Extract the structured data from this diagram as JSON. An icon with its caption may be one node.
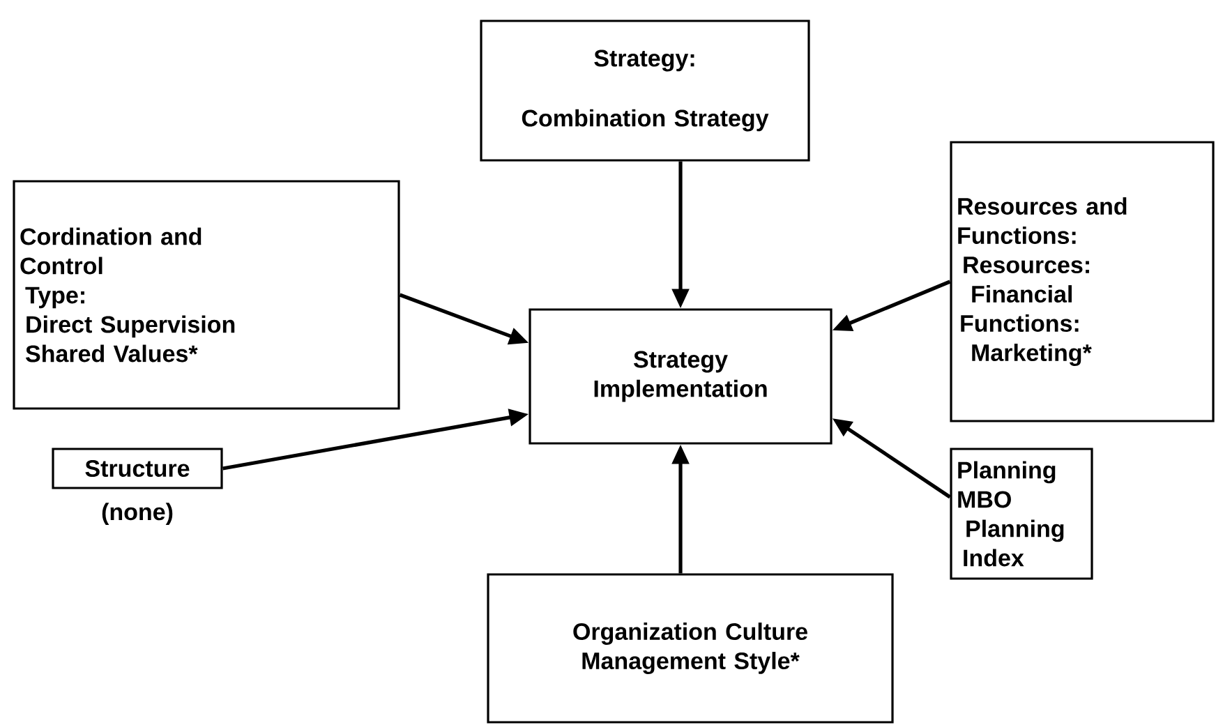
{
  "diagram": {
    "nodes": [
      {
        "text": [
          "Strategy:",
          "Combination Strategy"
        ]
      },
      {
        "text": [
          "Cordination and",
          "Control",
          "Type:",
          "Direct Supervision",
          "Shared Values*"
        ]
      },
      {
        "text": [
          "Resources and",
          "Functions:",
          "Resources:",
          "Financial",
          "Functions:",
          "Marketing*"
        ]
      },
      {
        "text": [
          "Strategy",
          "Implementation"
        ]
      },
      {
        "text": [
          "Structure"
        ],
        "beside": [
          "(none)"
        ]
      },
      {
        "text": [
          "Planning",
          "MBO",
          "Planning",
          "Index"
        ]
      },
      {
        "text": [
          "Organization Culture",
          "Management Style*"
        ]
      }
    ],
    "edges": [
      {
        "from": 0,
        "to": 3,
        "arrow": "to"
      },
      {
        "from": 1,
        "to": 3,
        "arrow": "to"
      },
      {
        "from": 2,
        "to": 3,
        "arrow": "to"
      },
      {
        "from": 4,
        "to": 3,
        "arrow": "to"
      },
      {
        "from": 5,
        "to": 3,
        "arrow": "to"
      },
      {
        "from": 6,
        "to": 3,
        "arrow": "to"
      }
    ]
  }
}
